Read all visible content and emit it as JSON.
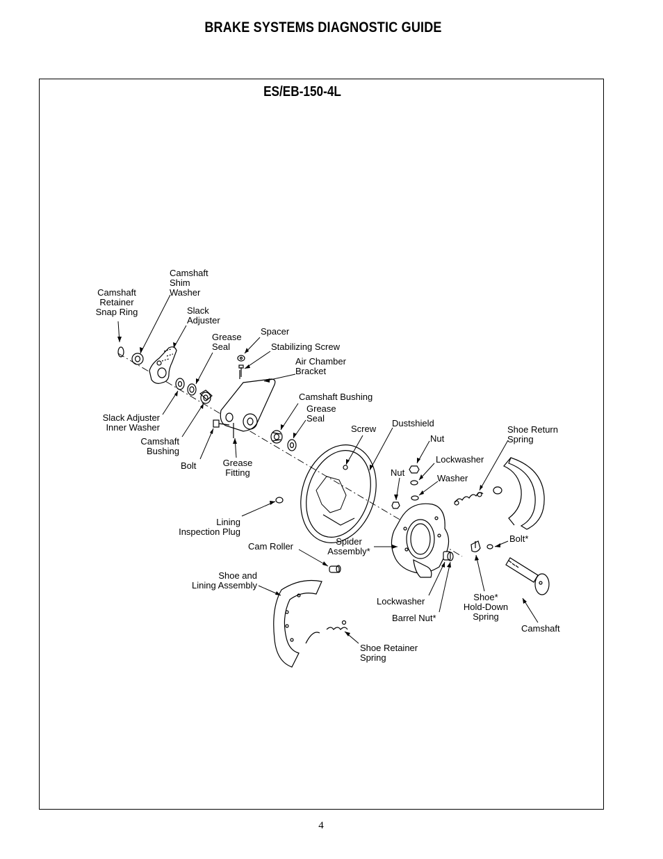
{
  "header": {
    "title": "BRAKE SYSTEMS DIAGNOSTIC GUIDE"
  },
  "diagram": {
    "title": "ES/EB-150-4L",
    "labels": {
      "camshaft_retainer_snap_ring": [
        "Camshaft",
        "Retainer",
        "Snap Ring"
      ],
      "camshaft_shim_washer": [
        "Camshaft",
        "Shim",
        "Washer"
      ],
      "slack_adjuster": [
        "Slack",
        "Adjuster"
      ],
      "grease_seal_top": [
        "Grease",
        "Seal"
      ],
      "spacer": [
        "Spacer"
      ],
      "stabilizing_screw": [
        "Stabilizing Screw"
      ],
      "air_chamber_bracket": [
        "Air Chamber",
        "Bracket"
      ],
      "camshaft_bushing_right": [
        "Camshaft Bushing"
      ],
      "grease_seal_mid": [
        "Grease",
        "Seal"
      ],
      "slack_adjuster_inner_washer": [
        "Slack Adjuster",
        "Inner Washer"
      ],
      "camshaft_bushing_left": [
        "Camshaft",
        "Bushing"
      ],
      "bolt": [
        "Bolt"
      ],
      "grease_fitting": [
        "Grease",
        "Fitting"
      ],
      "screw": [
        "Screw"
      ],
      "dustshield": [
        "Dustshield"
      ],
      "nut_top": [
        "Nut"
      ],
      "shoe_return_spring": [
        "Shoe Return",
        "Spring"
      ],
      "lockwasher_top": [
        "Lockwasher"
      ],
      "nut_left": [
        "Nut"
      ],
      "washer": [
        "Washer"
      ],
      "lining_inspection_plug": [
        "Lining",
        "Inspection Plug"
      ],
      "bolt_star": [
        "Bolt*"
      ],
      "cam_roller": [
        "Cam Roller"
      ],
      "spider_assembly": [
        "Spider",
        "Assembly*"
      ],
      "shoe_and_lining_assembly": [
        "Shoe and",
        "Lining Assembly"
      ],
      "shoe_hold_down_spring": [
        "Shoe*",
        "Hold-Down",
        "Spring"
      ],
      "lockwasher_bottom": [
        "Lockwasher"
      ],
      "barrel_nut": [
        "Barrel Nut*"
      ],
      "camshaft": [
        "Camshaft"
      ],
      "shoe_retainer_spring": [
        "Shoe Retainer",
        "Spring"
      ]
    }
  },
  "footer": {
    "page_number": "4"
  }
}
